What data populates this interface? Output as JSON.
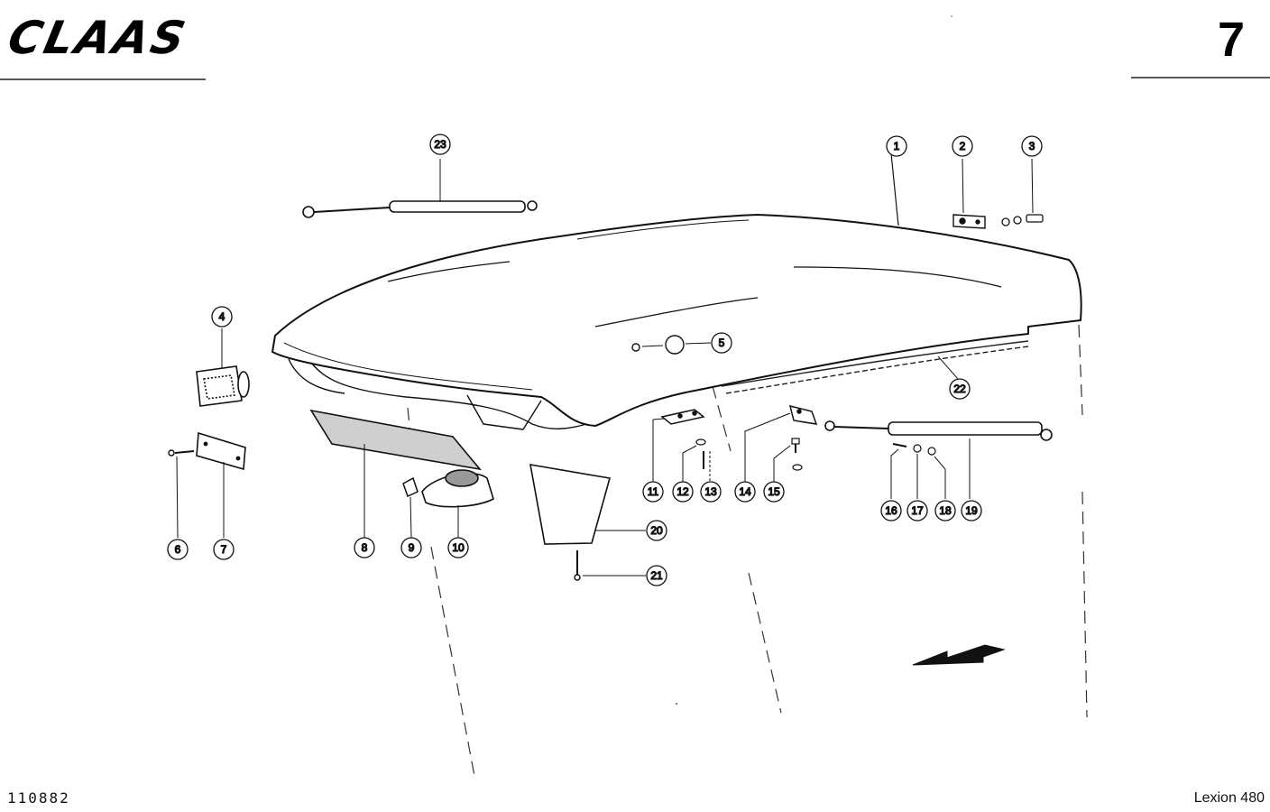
{
  "header": {
    "brand": "CLAAS",
    "page_number": "7"
  },
  "footer": {
    "drawing_number": "110882",
    "model": "Lexion 480"
  },
  "callouts": [
    {
      "label": "1",
      "part": "hood-panel"
    },
    {
      "label": "2",
      "part": "latch-plate"
    },
    {
      "label": "3",
      "part": "bolt-washer-nut"
    },
    {
      "label": "4",
      "part": "side-lamp"
    },
    {
      "label": "5",
      "part": "plug"
    },
    {
      "label": "6",
      "part": "screw"
    },
    {
      "label": "7",
      "part": "plate"
    },
    {
      "label": "8",
      "part": "reflector-strip"
    },
    {
      "label": "9",
      "part": "gasket"
    },
    {
      "label": "10",
      "part": "lamp"
    },
    {
      "label": "11",
      "part": "hinge"
    },
    {
      "label": "12",
      "part": "washer"
    },
    {
      "label": "13",
      "part": "screw"
    },
    {
      "label": "14",
      "part": "bracket"
    },
    {
      "label": "15",
      "part": "bolt"
    },
    {
      "label": "16",
      "part": "bolt"
    },
    {
      "label": "17",
      "part": "washer"
    },
    {
      "label": "18",
      "part": "nut"
    },
    {
      "label": "19",
      "part": "gas-strut"
    },
    {
      "label": "20",
      "part": "bracket-plate"
    },
    {
      "label": "21",
      "part": "screw"
    },
    {
      "label": "22",
      "part": "seal-strip"
    },
    {
      "label": "23",
      "part": "gas-strut-top"
    }
  ]
}
